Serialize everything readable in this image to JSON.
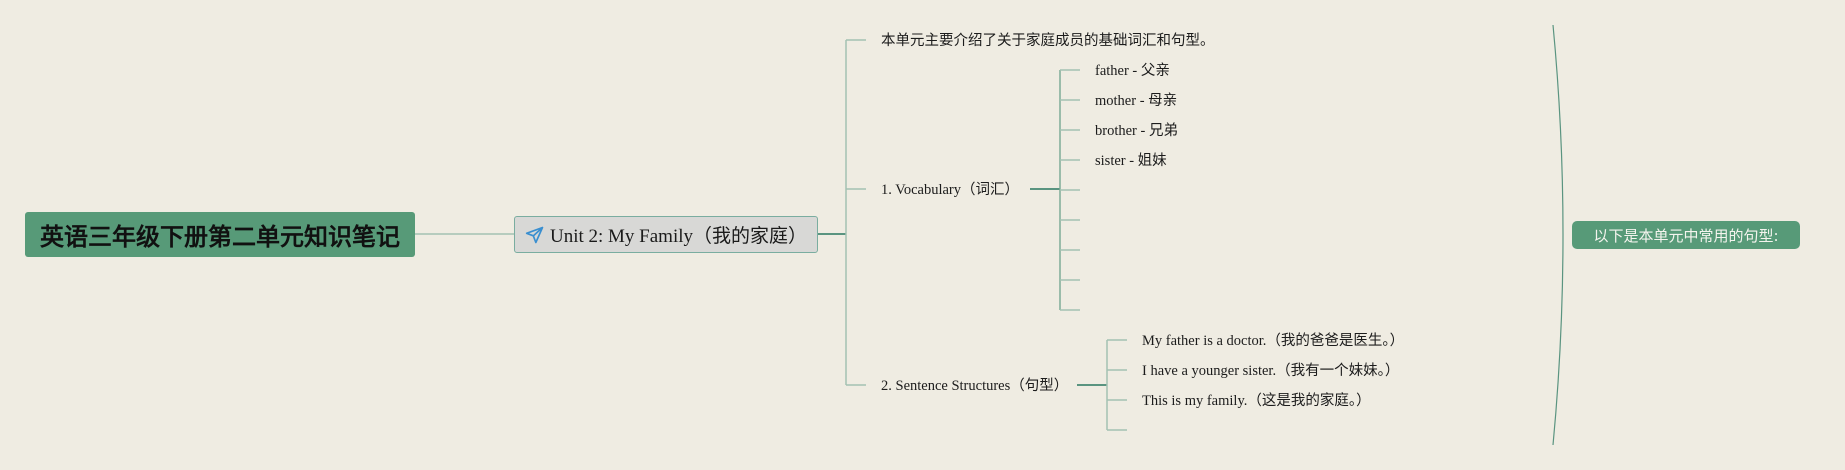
{
  "colors": {
    "background": "#efece2",
    "primary_green": "#579a78",
    "connector_light": "#a3c2b2",
    "connector_dark": "#5a9480",
    "unit_fill": "#d8d8d6",
    "icon_blue": "#3a8fd0"
  },
  "mindmap": {
    "root": {
      "label": "英语三年级下册第二单元知识笔记"
    },
    "unit": {
      "icon": "paper-plane-icon",
      "label": "Unit 2: My Family（我的家庭）"
    },
    "branches": {
      "intro": {
        "label": "本单元主要介绍了关于家庭成员的基础词汇和句型。"
      },
      "vocabulary": {
        "label": "1. Vocabulary（词汇）",
        "items": [
          {
            "label": "father - 父亲"
          },
          {
            "label": "mother - 母亲"
          },
          {
            "label": "brother - 兄弟"
          },
          {
            "label": "sister - 姐妹"
          }
        ],
        "empty_slots": 5
      },
      "sentences": {
        "label": "2. Sentence Structures（句型）",
        "items": [
          {
            "label": "My father is a doctor.（我的爸爸是医生。）"
          },
          {
            "label": "I have a younger sister.（我有一个妹妹。）"
          },
          {
            "label": "This is my family.（这是我的家庭。）"
          }
        ],
        "empty_slots": 1
      }
    },
    "side_note": {
      "label": "以下是本单元中常用的句型:"
    }
  }
}
